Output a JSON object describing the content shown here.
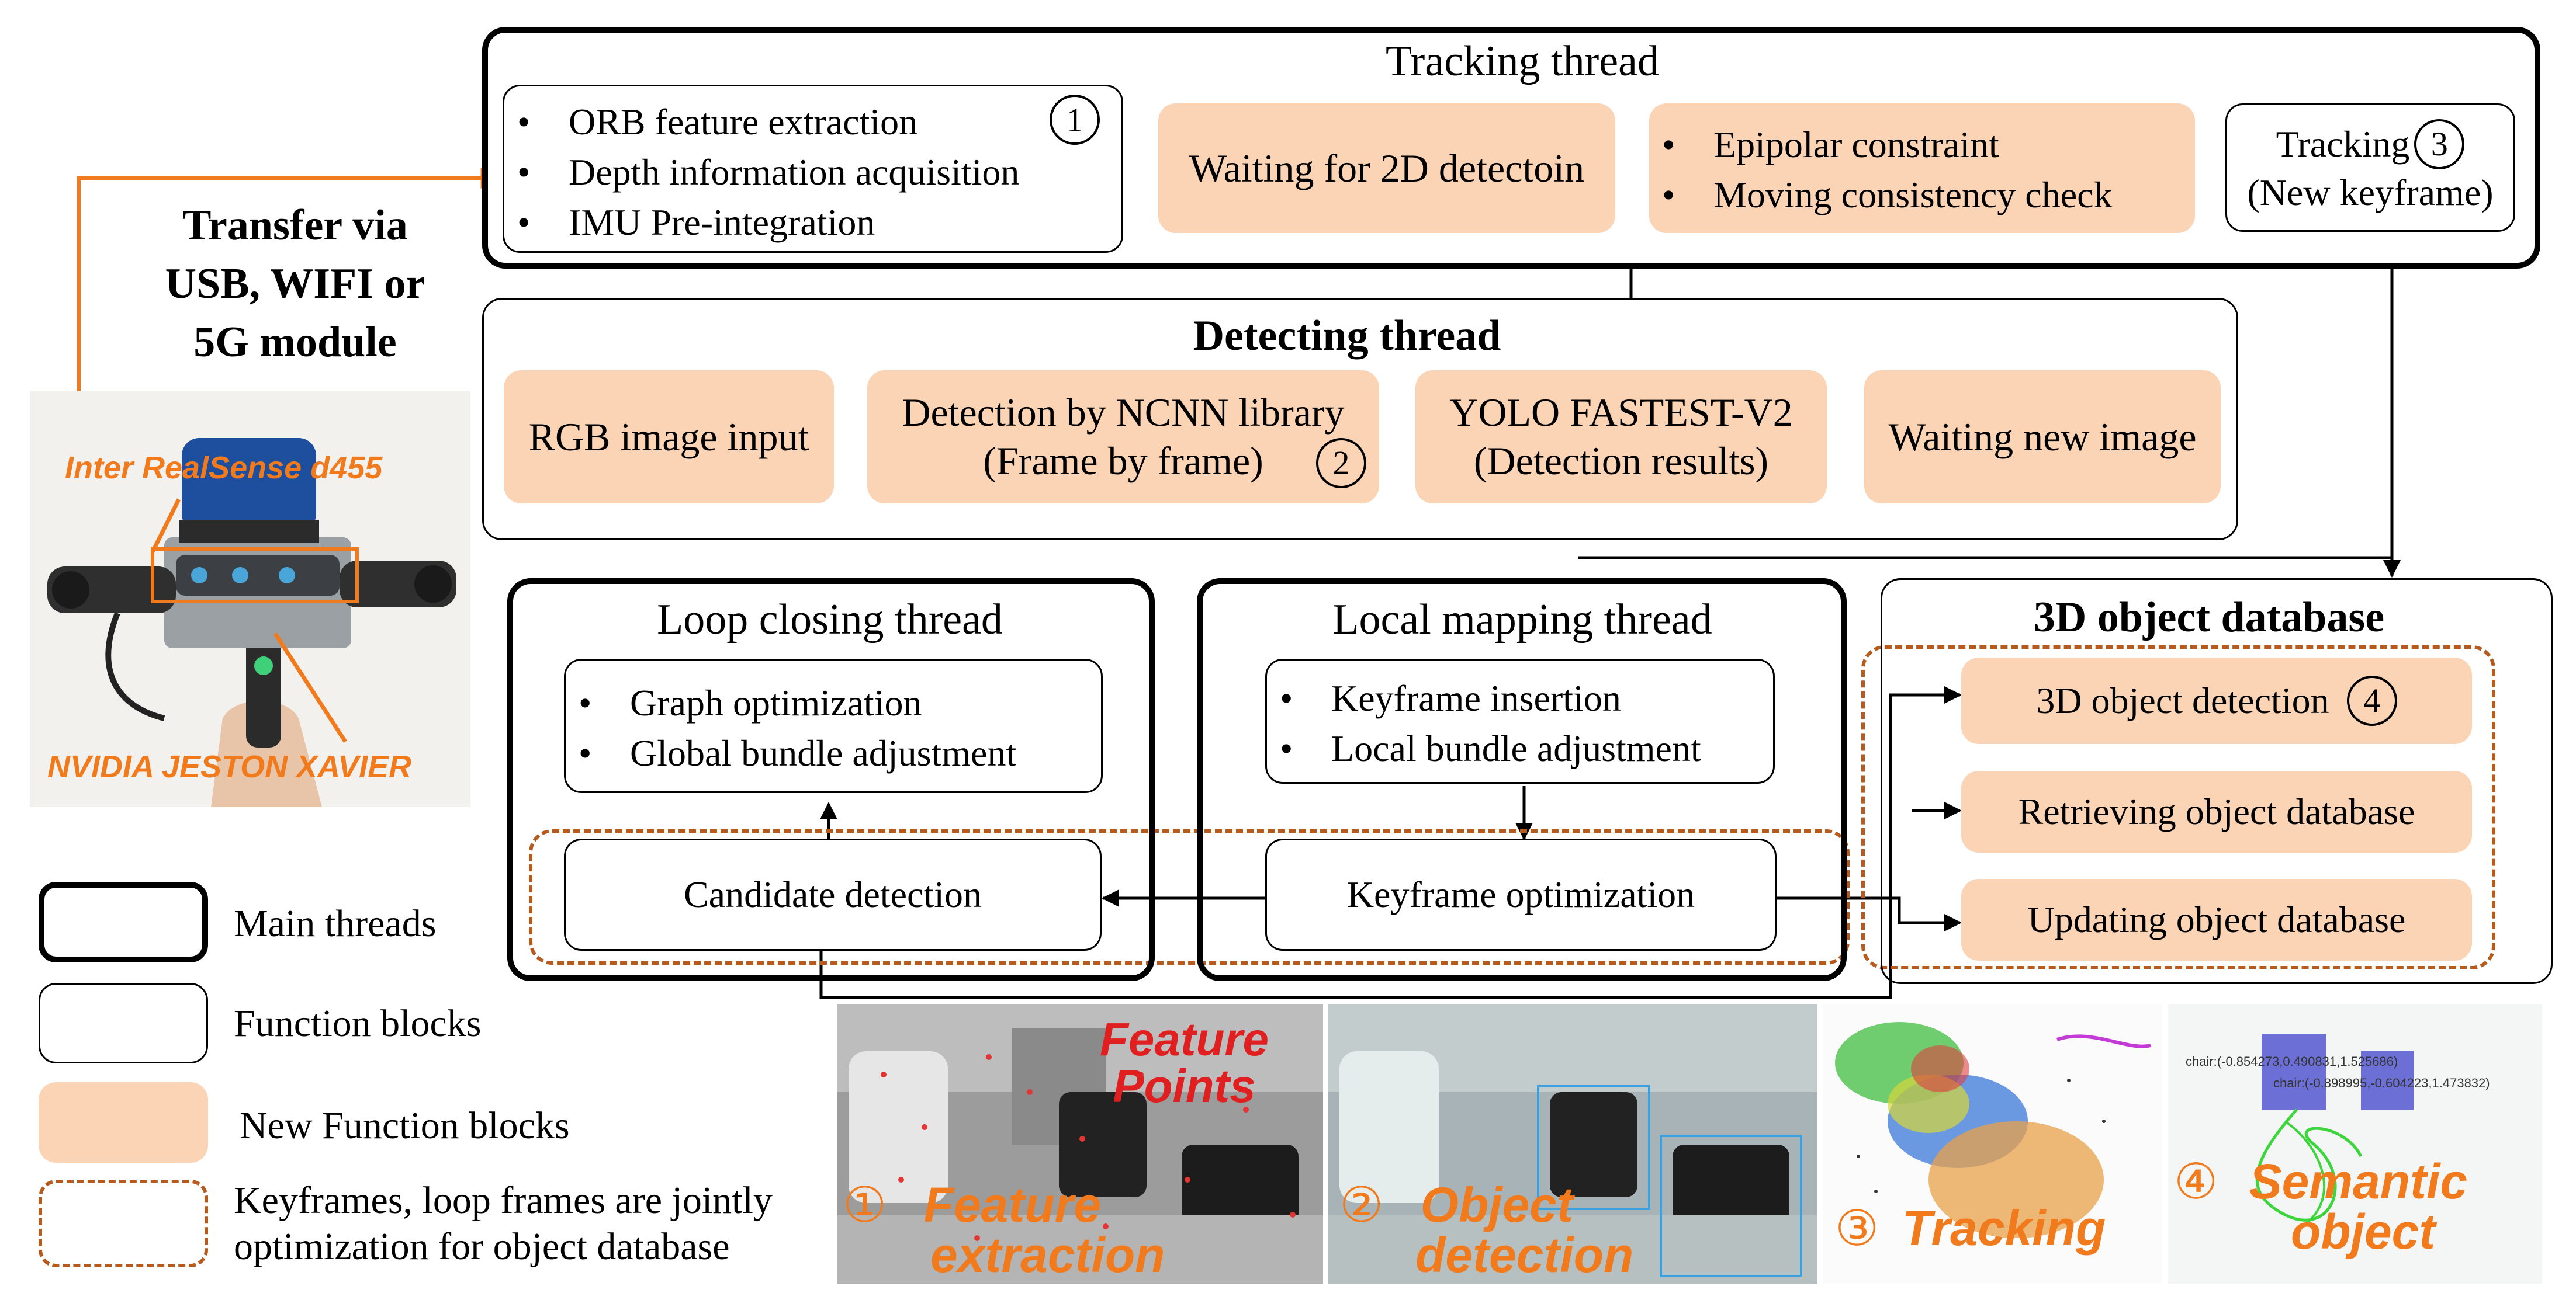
{
  "tracking": {
    "title": "Tracking thread",
    "box1_items": [
      "ORB feature extraction",
      "Depth information acquisition",
      "IMU Pre-integration"
    ],
    "box1_num": "1",
    "waiting": "Waiting for 2D detectoin",
    "epi_items": [
      "Epipolar constraint",
      "Moving consistency check"
    ],
    "track_line1": "Tracking",
    "track_num": "3",
    "track_line2": "(New keyframe)"
  },
  "transfer": {
    "lines": [
      "Transfer via",
      "USB, WIFI or",
      "5G module"
    ]
  },
  "device": {
    "label_top": "Inter RealSense d455",
    "label_bottom": "NVIDIA JESTON XAVIER"
  },
  "detecting": {
    "title": "Detecting thread",
    "rgb": "RGB image input",
    "ncnn_line1": "Detection by NCNN library",
    "ncnn_line2": "(Frame by frame)",
    "ncnn_num": "2",
    "yolo_line1": "YOLO FASTEST-V2",
    "yolo_line2": "(Detection results)",
    "waiting": "Waiting new image"
  },
  "loop": {
    "title": "Loop closing thread",
    "items": [
      "Graph optimization",
      "Global bundle adjustment"
    ],
    "candidate": "Candidate detection"
  },
  "local": {
    "title": "Local mapping thread",
    "items": [
      "Keyframe insertion",
      "Local bundle adjustment"
    ],
    "optim": "Keyframe optimization"
  },
  "objdb": {
    "title": "3D object database",
    "det": "3D object detection",
    "det_num": "4",
    "retrieve": "Retrieving object database",
    "update": "Updating object database"
  },
  "legend": {
    "main": "Main threads",
    "func": "Function blocks",
    "newfunc": "New Function blocks",
    "dash_line1": "Keyframes, loop frames are jointly",
    "dash_line2": "optimization for object database"
  },
  "bottom": {
    "p1_num": "①",
    "p1_l1": "Feature",
    "p1_l2": "extraction",
    "p1_fp1": "Feature",
    "p1_fp2": "Points",
    "p2_num": "②",
    "p2_l1": "Object",
    "p2_l2": "detection",
    "p3_num": "③",
    "p3_l1": "Tracking",
    "p4_num": "④",
    "p4_l1": "Semantic",
    "p4_l2": "object",
    "p4_lab1": "chair:(-0.854273,0.490831,1.525686)",
    "p4_lab2": "chair:(-0.898995,-0.604223,1.473832)"
  },
  "colors": {
    "accent": "#f07a1c",
    "new_block": "#fad4b5",
    "dash": "#b65a1e",
    "line": "#000000"
  }
}
